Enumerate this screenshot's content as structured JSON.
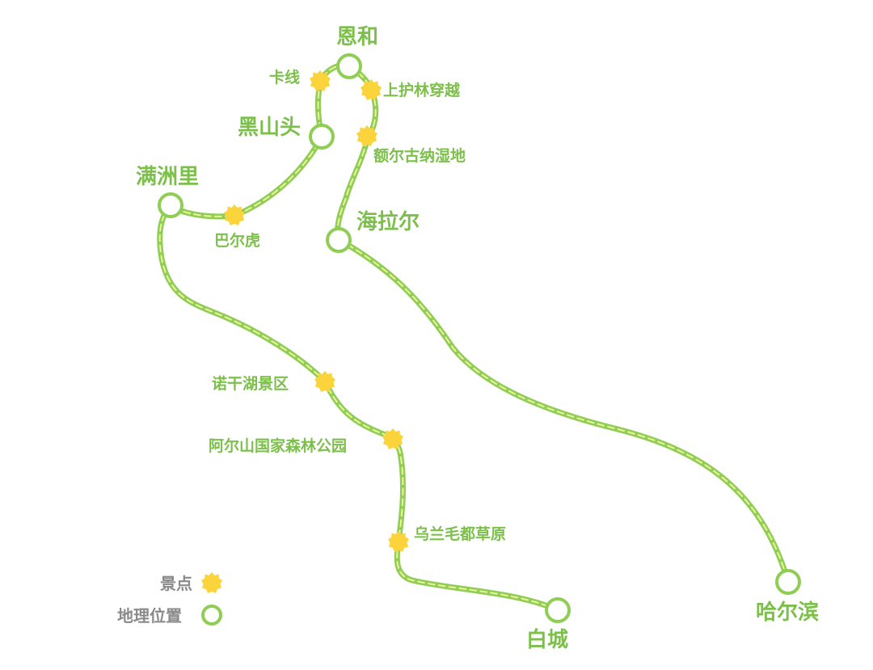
{
  "colors": {
    "route": "#8fcd55",
    "route_dash": "#ecf29a",
    "node_stroke": "#8fcd55",
    "spot": "#fbd33a",
    "label": "#7cc04b",
    "legend_text": "#8a8a8a"
  },
  "cities": {
    "enhe": "恩和",
    "heishantou": "黑山头",
    "manzhouli": "满洲里",
    "hailaer": "海拉尔",
    "haerbin": "哈尔滨",
    "baicheng": "白城"
  },
  "spots": {
    "kaxian": "卡线",
    "shanghulin": "上护林穿越",
    "eerguna": "额尔古纳湿地",
    "baerhu": "巴尔虎",
    "nuoganhu": "诺干湖景区",
    "aershan": "阿尔山国家森林公园",
    "wulanmaodu": "乌兰毛都草原"
  },
  "legend": {
    "spot_label": "景点",
    "location_label": "地理位置"
  }
}
